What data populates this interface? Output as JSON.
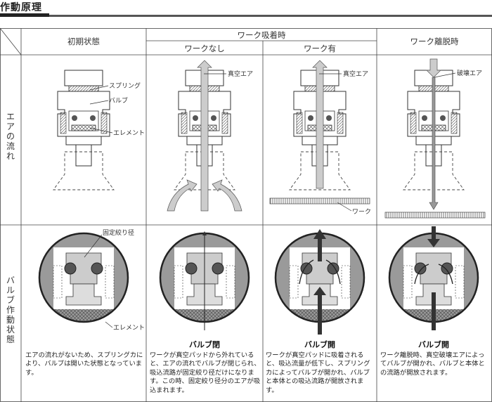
{
  "title": "作動原理",
  "headers": {
    "initial": "初期状態",
    "suction": "ワーク吸着時",
    "no_work": "ワークなし",
    "with_work": "ワーク有",
    "release": "ワーク離脱時"
  },
  "row_labels": {
    "air_flow": [
      "エ",
      "ア",
      "の",
      "流",
      "れ"
    ],
    "valve_state": [
      "バ",
      "ル",
      "ブ",
      "作",
      "動",
      "状",
      "態"
    ]
  },
  "labels": {
    "spring": "スプリング",
    "valve": "バルブ",
    "element": "エレメント",
    "vacuum_air_1": "真空エア",
    "vacuum_air_2": "真空エア",
    "break_air": "破壊エア",
    "work": "ワーク",
    "fixed_orifice": "固定絞り径",
    "element_bottom": "エレメント",
    "valve_closed": "バルブ閉",
    "valve_open_1": "バルブ開",
    "valve_open_2": "バルブ開"
  },
  "descriptions": {
    "initial": "エアの流れがないため、スプリングカにより、バルブは開いた状態となっています。",
    "no_work": "ワークが真空パッドから外れていると、エアの流れでバルブが閉じられ、吸込流路が固定絞り径だけになります。この時、固定絞り径分のエアが吸込まれます。",
    "with_work": "ワークが真空パッドに吸着されると、吸込流量が低下し、スプリングカによってバルブが開かれ、バルブと本体との吸込流路が開放されます。",
    "release": "ワーク離脱時、真空破壊エアによってバルブが開かれ、バルブと本体との流路が開放されます。"
  }
}
